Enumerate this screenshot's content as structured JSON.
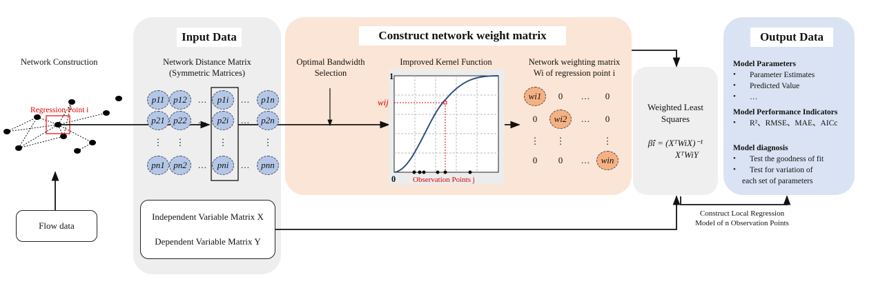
{
  "network": {
    "title": "Network Construction",
    "regression_point": "Regression Point i"
  },
  "flow": {
    "label": "Flow data"
  },
  "input": {
    "title": "Input Data",
    "matrix_title": "Network Distance Matrix",
    "matrix_subtitle": "(Symmetric Matrices)",
    "rows": [
      [
        "p11",
        "p12",
        "…",
        "p1i",
        "…",
        "p1n"
      ],
      [
        "p21",
        "p22",
        "…",
        "p2i",
        "…",
        "p2n"
      ],
      [
        "⋮",
        "⋮",
        "",
        "⋮",
        "",
        "⋮"
      ],
      [
        "pn1",
        "pn2",
        "…",
        "pni",
        "…",
        "pnn"
      ]
    ],
    "var_x": "Independent Variable Matrix X",
    "var_y": "Dependent Variable Matrix Y"
  },
  "construct": {
    "title": "Construct  network weight matrix",
    "bandwidth": "Optimal Bandwidth",
    "bandwidth2": "Selection",
    "kernel_title": "Improved Kernel Function",
    "kernel": {
      "y_top": "1",
      "origin": "0",
      "wij": "wij",
      "x_label": "Observation Points j"
    },
    "weight_title": "Network weighting matrix",
    "weight_subtitle": "Wi of regression point i",
    "wrows": [
      [
        "wi1",
        "0",
        "…",
        "0"
      ],
      [
        "0",
        "wi2",
        "…",
        "0"
      ],
      [
        "⋮",
        "⋮",
        "",
        "⋮"
      ],
      [
        "0",
        "0",
        "…",
        "win"
      ]
    ]
  },
  "wls": {
    "title": "Weighted Least",
    "title2": "Squares",
    "formula1": "β̂i =  (XᵀWiX)⁻¹",
    "formula2": "XᵀWiY"
  },
  "output": {
    "title": "Output Data",
    "sections": [
      {
        "heading": "Model Parameters",
        "items": [
          "Parameter Estimates",
          "Predicted Value",
          "…"
        ]
      },
      {
        "heading": "Model Performance Indicators",
        "items": [
          "R²、RMSE、MAE、AICc"
        ]
      },
      {
        "heading": "Model diagnosis",
        "items": [
          "Test the goodness of fit",
          "Test for variation of",
          "each set of parameters"
        ]
      }
    ]
  },
  "local": {
    "line1": "Construct Local Regression",
    "line2": "Model of n Observation Points"
  }
}
